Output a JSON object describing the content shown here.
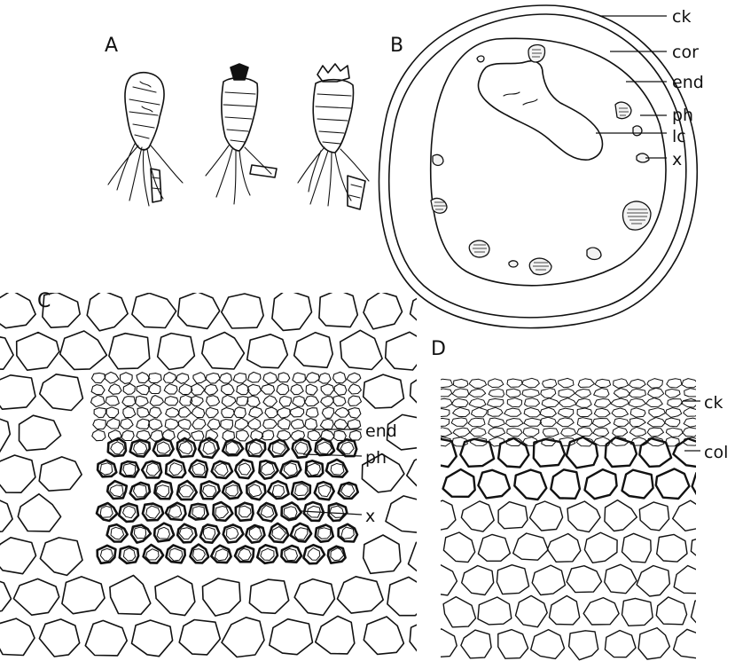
{
  "figure": {
    "panels": [
      {
        "id": "A",
        "letter": "A"
      },
      {
        "id": "B",
        "letter": "B",
        "labels": [
          "ck",
          "cor",
          "end",
          "ph",
          "lc",
          "x"
        ]
      },
      {
        "id": "C",
        "letter": "C",
        "labels": [
          "end",
          "ph",
          "x"
        ]
      },
      {
        "id": "D",
        "letter": "D",
        "labels": [
          "ck",
          "col"
        ]
      }
    ]
  }
}
